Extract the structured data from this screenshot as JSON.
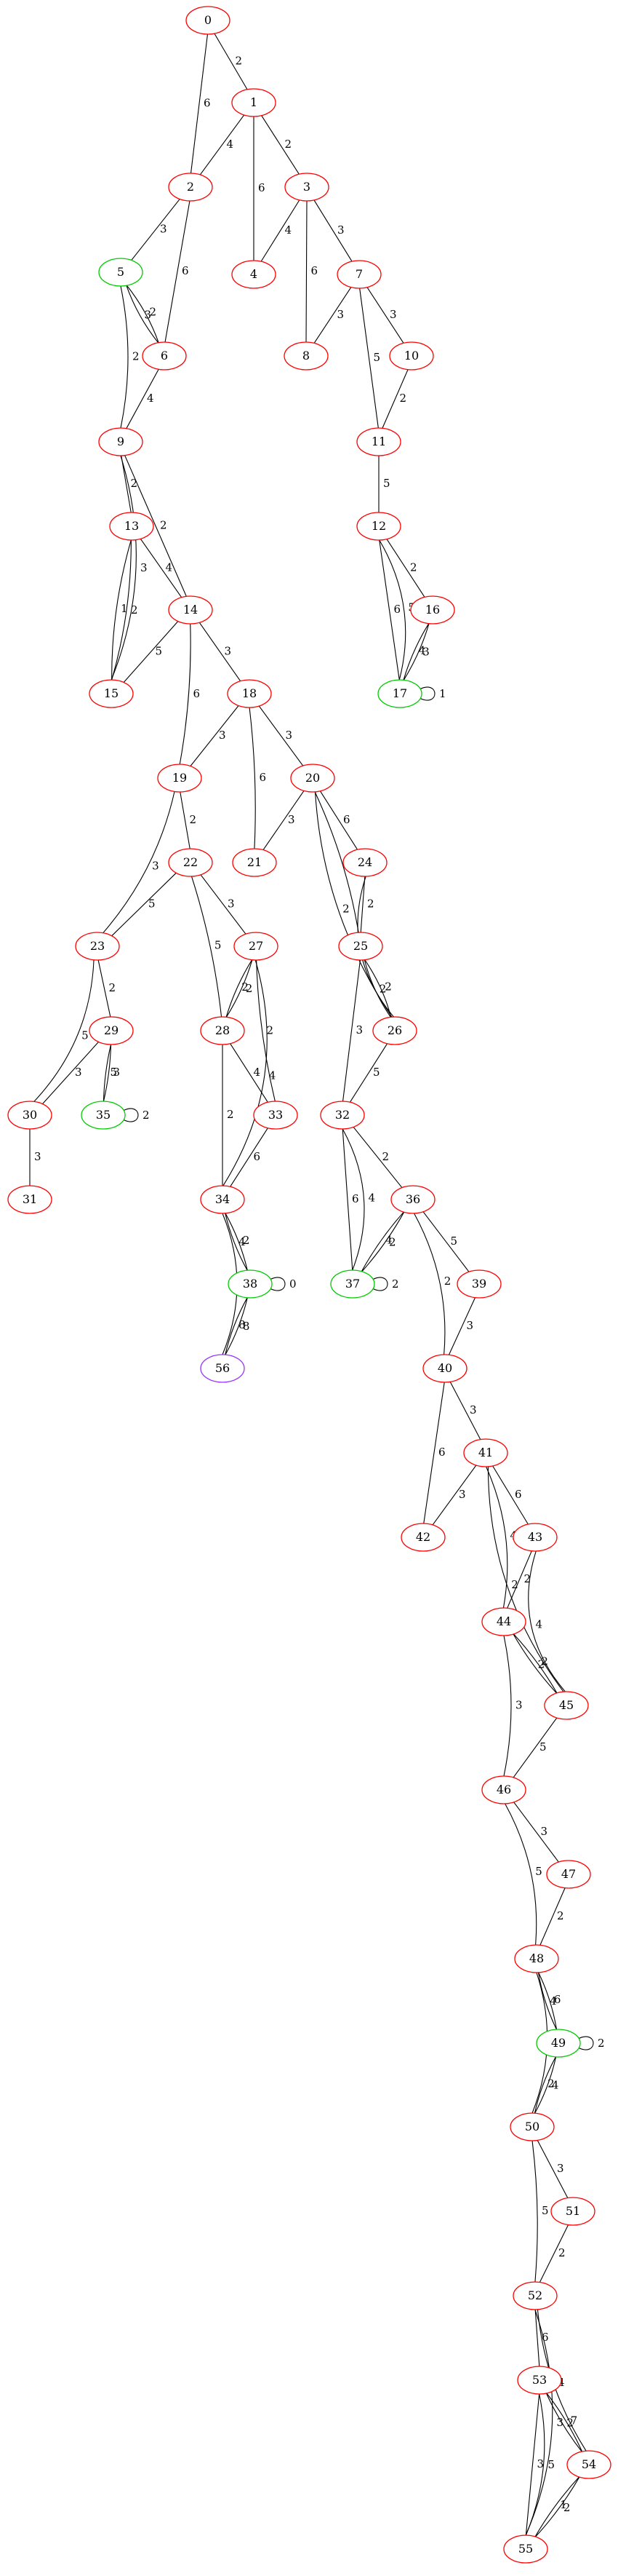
{
  "colors": {
    "red": "#ff0000",
    "green": "#00cc00",
    "purple": "#9933ff",
    "edge": "#000000"
  },
  "graph": {
    "nodes": [
      {
        "id": "0",
        "label": "0",
        "color": "red"
      },
      {
        "id": "1",
        "label": "1",
        "color": "red"
      },
      {
        "id": "2",
        "label": "2",
        "color": "red"
      },
      {
        "id": "3",
        "label": "3",
        "color": "red"
      },
      {
        "id": "4",
        "label": "4",
        "color": "red"
      },
      {
        "id": "5",
        "label": "5",
        "color": "green"
      },
      {
        "id": "6",
        "label": "6",
        "color": "red"
      },
      {
        "id": "7",
        "label": "7",
        "color": "red"
      },
      {
        "id": "8",
        "label": "8",
        "color": "red"
      },
      {
        "id": "9",
        "label": "9",
        "color": "red"
      },
      {
        "id": "10",
        "label": "10",
        "color": "red"
      },
      {
        "id": "11",
        "label": "11",
        "color": "red"
      },
      {
        "id": "12",
        "label": "12",
        "color": "red"
      },
      {
        "id": "13",
        "label": "13",
        "color": "red"
      },
      {
        "id": "14",
        "label": "14",
        "color": "red"
      },
      {
        "id": "15",
        "label": "15",
        "color": "red"
      },
      {
        "id": "16",
        "label": "16",
        "color": "red"
      },
      {
        "id": "17",
        "label": "17",
        "color": "green"
      },
      {
        "id": "18",
        "label": "18",
        "color": "red"
      },
      {
        "id": "19",
        "label": "19",
        "color": "red"
      },
      {
        "id": "20",
        "label": "20",
        "color": "red"
      },
      {
        "id": "21",
        "label": "21",
        "color": "red"
      },
      {
        "id": "22",
        "label": "22",
        "color": "red"
      },
      {
        "id": "23",
        "label": "23",
        "color": "red"
      },
      {
        "id": "24",
        "label": "24",
        "color": "red"
      },
      {
        "id": "25",
        "label": "25",
        "color": "red"
      },
      {
        "id": "26",
        "label": "26",
        "color": "red"
      },
      {
        "id": "27",
        "label": "27",
        "color": "red"
      },
      {
        "id": "28",
        "label": "28",
        "color": "red"
      },
      {
        "id": "29",
        "label": "29",
        "color": "red"
      },
      {
        "id": "30",
        "label": "30",
        "color": "red"
      },
      {
        "id": "31",
        "label": "31",
        "color": "red"
      },
      {
        "id": "32",
        "label": "32",
        "color": "red"
      },
      {
        "id": "33",
        "label": "33",
        "color": "red"
      },
      {
        "id": "34",
        "label": "34",
        "color": "red"
      },
      {
        "id": "35",
        "label": "35",
        "color": "green"
      },
      {
        "id": "36",
        "label": "36",
        "color": "red"
      },
      {
        "id": "37",
        "label": "37",
        "color": "green"
      },
      {
        "id": "38",
        "label": "38",
        "color": "green"
      },
      {
        "id": "39",
        "label": "39",
        "color": "red"
      },
      {
        "id": "40",
        "label": "40",
        "color": "red"
      },
      {
        "id": "41",
        "label": "41",
        "color": "red"
      },
      {
        "id": "42",
        "label": "42",
        "color": "red"
      },
      {
        "id": "43",
        "label": "43",
        "color": "red"
      },
      {
        "id": "44",
        "label": "44",
        "color": "red"
      },
      {
        "id": "45",
        "label": "45",
        "color": "red"
      },
      {
        "id": "46",
        "label": "46",
        "color": "red"
      },
      {
        "id": "47",
        "label": "47",
        "color": "red"
      },
      {
        "id": "48",
        "label": "48",
        "color": "red"
      },
      {
        "id": "49",
        "label": "49",
        "color": "green"
      },
      {
        "id": "50",
        "label": "50",
        "color": "red"
      },
      {
        "id": "51",
        "label": "51",
        "color": "red"
      },
      {
        "id": "52",
        "label": "52",
        "color": "red"
      },
      {
        "id": "53",
        "label": "53",
        "color": "red"
      },
      {
        "id": "54",
        "label": "54",
        "color": "red"
      },
      {
        "id": "55",
        "label": "55",
        "color": "red"
      },
      {
        "id": "56",
        "label": "56",
        "color": "purple"
      }
    ],
    "edges": [
      {
        "from": "0",
        "to": "1",
        "label": "2"
      },
      {
        "from": "0",
        "to": "2",
        "label": "6"
      },
      {
        "from": "1",
        "to": "2",
        "label": "4"
      },
      {
        "from": "1",
        "to": "3",
        "label": "2"
      },
      {
        "from": "1",
        "to": "4",
        "label": "6"
      },
      {
        "from": "2",
        "to": "5",
        "label": "3"
      },
      {
        "from": "2",
        "to": "6",
        "label": "6"
      },
      {
        "from": "3",
        "to": "4",
        "label": "4"
      },
      {
        "from": "3",
        "to": "7",
        "label": "3"
      },
      {
        "from": "3",
        "to": "8",
        "label": "6"
      },
      {
        "from": "5",
        "to": "6",
        "label": "2"
      },
      {
        "from": "5",
        "to": "6",
        "label": "3"
      },
      {
        "from": "5",
        "to": "9",
        "label": "2"
      },
      {
        "from": "6",
        "to": "9",
        "label": "4"
      },
      {
        "from": "7",
        "to": "8",
        "label": "3"
      },
      {
        "from": "7",
        "to": "10",
        "label": "3"
      },
      {
        "from": "7",
        "to": "11",
        "label": "5"
      },
      {
        "from": "9",
        "to": "13",
        "label": "2"
      },
      {
        "from": "9",
        "to": "14",
        "label": "2"
      },
      {
        "from": "9",
        "to": "15",
        "label": "3"
      },
      {
        "from": "10",
        "to": "11",
        "label": "2"
      },
      {
        "from": "11",
        "to": "12",
        "label": "5"
      },
      {
        "from": "12",
        "to": "16",
        "label": "2"
      },
      {
        "from": "12",
        "to": "17",
        "label": "5"
      },
      {
        "from": "12",
        "to": "17",
        "label": "6"
      },
      {
        "from": "13",
        "to": "14",
        "label": "4"
      },
      {
        "from": "13",
        "to": "15",
        "label": "2"
      },
      {
        "from": "13",
        "to": "15",
        "label": "1"
      },
      {
        "from": "14",
        "to": "15",
        "label": "5"
      },
      {
        "from": "14",
        "to": "18",
        "label": "3"
      },
      {
        "from": "14",
        "to": "19",
        "label": "6"
      },
      {
        "from": "16",
        "to": "17",
        "label": "3"
      },
      {
        "from": "16",
        "to": "17",
        "label": "4"
      },
      {
        "from": "17",
        "to": "17",
        "label": "1"
      },
      {
        "from": "18",
        "to": "19",
        "label": "3"
      },
      {
        "from": "18",
        "to": "20",
        "label": "3"
      },
      {
        "from": "18",
        "to": "21",
        "label": "6"
      },
      {
        "from": "19",
        "to": "22",
        "label": "2"
      },
      {
        "from": "19",
        "to": "23",
        "label": "3"
      },
      {
        "from": "20",
        "to": "21",
        "label": "3"
      },
      {
        "from": "20",
        "to": "24",
        "label": "6"
      },
      {
        "from": "20",
        "to": "25",
        "label": "4"
      },
      {
        "from": "20",
        "to": "26",
        "label": "2"
      },
      {
        "from": "22",
        "to": "23",
        "label": "5"
      },
      {
        "from": "22",
        "to": "27",
        "label": "3"
      },
      {
        "from": "22",
        "to": "28",
        "label": "5"
      },
      {
        "from": "23",
        "to": "29",
        "label": "2"
      },
      {
        "from": "23",
        "to": "30",
        "label": "5"
      },
      {
        "from": "24",
        "to": "25",
        "label": "2"
      },
      {
        "from": "24",
        "to": "26",
        "label": "4"
      },
      {
        "from": "25",
        "to": "26",
        "label": "2"
      },
      {
        "from": "25",
        "to": "26",
        "label": "2"
      },
      {
        "from": "25",
        "to": "32",
        "label": "3"
      },
      {
        "from": "26",
        "to": "32",
        "label": "5"
      },
      {
        "from": "27",
        "to": "28",
        "label": "2"
      },
      {
        "from": "27",
        "to": "28",
        "label": "2"
      },
      {
        "from": "27",
        "to": "33",
        "label": "2"
      },
      {
        "from": "27",
        "to": "34",
        "label": "4"
      },
      {
        "from": "28",
        "to": "33",
        "label": "4"
      },
      {
        "from": "28",
        "to": "34",
        "label": "2"
      },
      {
        "from": "29",
        "to": "30",
        "label": "3"
      },
      {
        "from": "29",
        "to": "35",
        "label": "3"
      },
      {
        "from": "29",
        "to": "35",
        "label": "5"
      },
      {
        "from": "30",
        "to": "31",
        "label": "3"
      },
      {
        "from": "32",
        "to": "36",
        "label": "2"
      },
      {
        "from": "32",
        "to": "37",
        "label": "4"
      },
      {
        "from": "32",
        "to": "37",
        "label": "6"
      },
      {
        "from": "33",
        "to": "34",
        "label": "6"
      },
      {
        "from": "34",
        "to": "38",
        "label": "2"
      },
      {
        "from": "34",
        "to": "38",
        "label": "4"
      },
      {
        "from": "34",
        "to": "56",
        "label": "8"
      },
      {
        "from": "35",
        "to": "35",
        "label": "2"
      },
      {
        "from": "36",
        "to": "37",
        "label": "2"
      },
      {
        "from": "36",
        "to": "37",
        "label": "4"
      },
      {
        "from": "36",
        "to": "39",
        "label": "5"
      },
      {
        "from": "36",
        "to": "40",
        "label": "2"
      },
      {
        "from": "37",
        "to": "37",
        "label": "2"
      },
      {
        "from": "38",
        "to": "38",
        "label": "0"
      },
      {
        "from": "38",
        "to": "56",
        "label": "8"
      },
      {
        "from": "38",
        "to": "56",
        "label": "8"
      },
      {
        "from": "39",
        "to": "40",
        "label": "3"
      },
      {
        "from": "40",
        "to": "41",
        "label": "3"
      },
      {
        "from": "40",
        "to": "42",
        "label": "6"
      },
      {
        "from": "41",
        "to": "42",
        "label": "3"
      },
      {
        "from": "41",
        "to": "43",
        "label": "6"
      },
      {
        "from": "41",
        "to": "44",
        "label": "4"
      },
      {
        "from": "41",
        "to": "45",
        "label": "2"
      },
      {
        "from": "43",
        "to": "44",
        "label": "2"
      },
      {
        "from": "43",
        "to": "45",
        "label": "4"
      },
      {
        "from": "44",
        "to": "45",
        "label": "2"
      },
      {
        "from": "44",
        "to": "45",
        "label": "2"
      },
      {
        "from": "44",
        "to": "46",
        "label": "3"
      },
      {
        "from": "45",
        "to": "46",
        "label": "5"
      },
      {
        "from": "46",
        "to": "47",
        "label": "3"
      },
      {
        "from": "46",
        "to": "48",
        "label": "5"
      },
      {
        "from": "47",
        "to": "48",
        "label": "2"
      },
      {
        "from": "48",
        "to": "49",
        "label": "6"
      },
      {
        "from": "48",
        "to": "49",
        "label": "4"
      },
      {
        "from": "48",
        "to": "50",
        "label": "2"
      },
      {
        "from": "49",
        "to": "49",
        "label": "2"
      },
      {
        "from": "49",
        "to": "50",
        "label": "4"
      },
      {
        "from": "49",
        "to": "50",
        "label": "2"
      },
      {
        "from": "50",
        "to": "51",
        "label": "3"
      },
      {
        "from": "50",
        "to": "52",
        "label": "5"
      },
      {
        "from": "51",
        "to": "52",
        "label": "2"
      },
      {
        "from": "52",
        "to": "53",
        "label": "6"
      },
      {
        "from": "52",
        "to": "54",
        "label": "4"
      },
      {
        "from": "52",
        "to": "55",
        "label": "3"
      },
      {
        "from": "53",
        "to": "54",
        "label": "7"
      },
      {
        "from": "53",
        "to": "54",
        "label": "2"
      },
      {
        "from": "53",
        "to": "55",
        "label": "5"
      },
      {
        "from": "53",
        "to": "55",
        "label": "3"
      },
      {
        "from": "54",
        "to": "55",
        "label": "2"
      },
      {
        "from": "54",
        "to": "55",
        "label": "1"
      }
    ]
  }
}
